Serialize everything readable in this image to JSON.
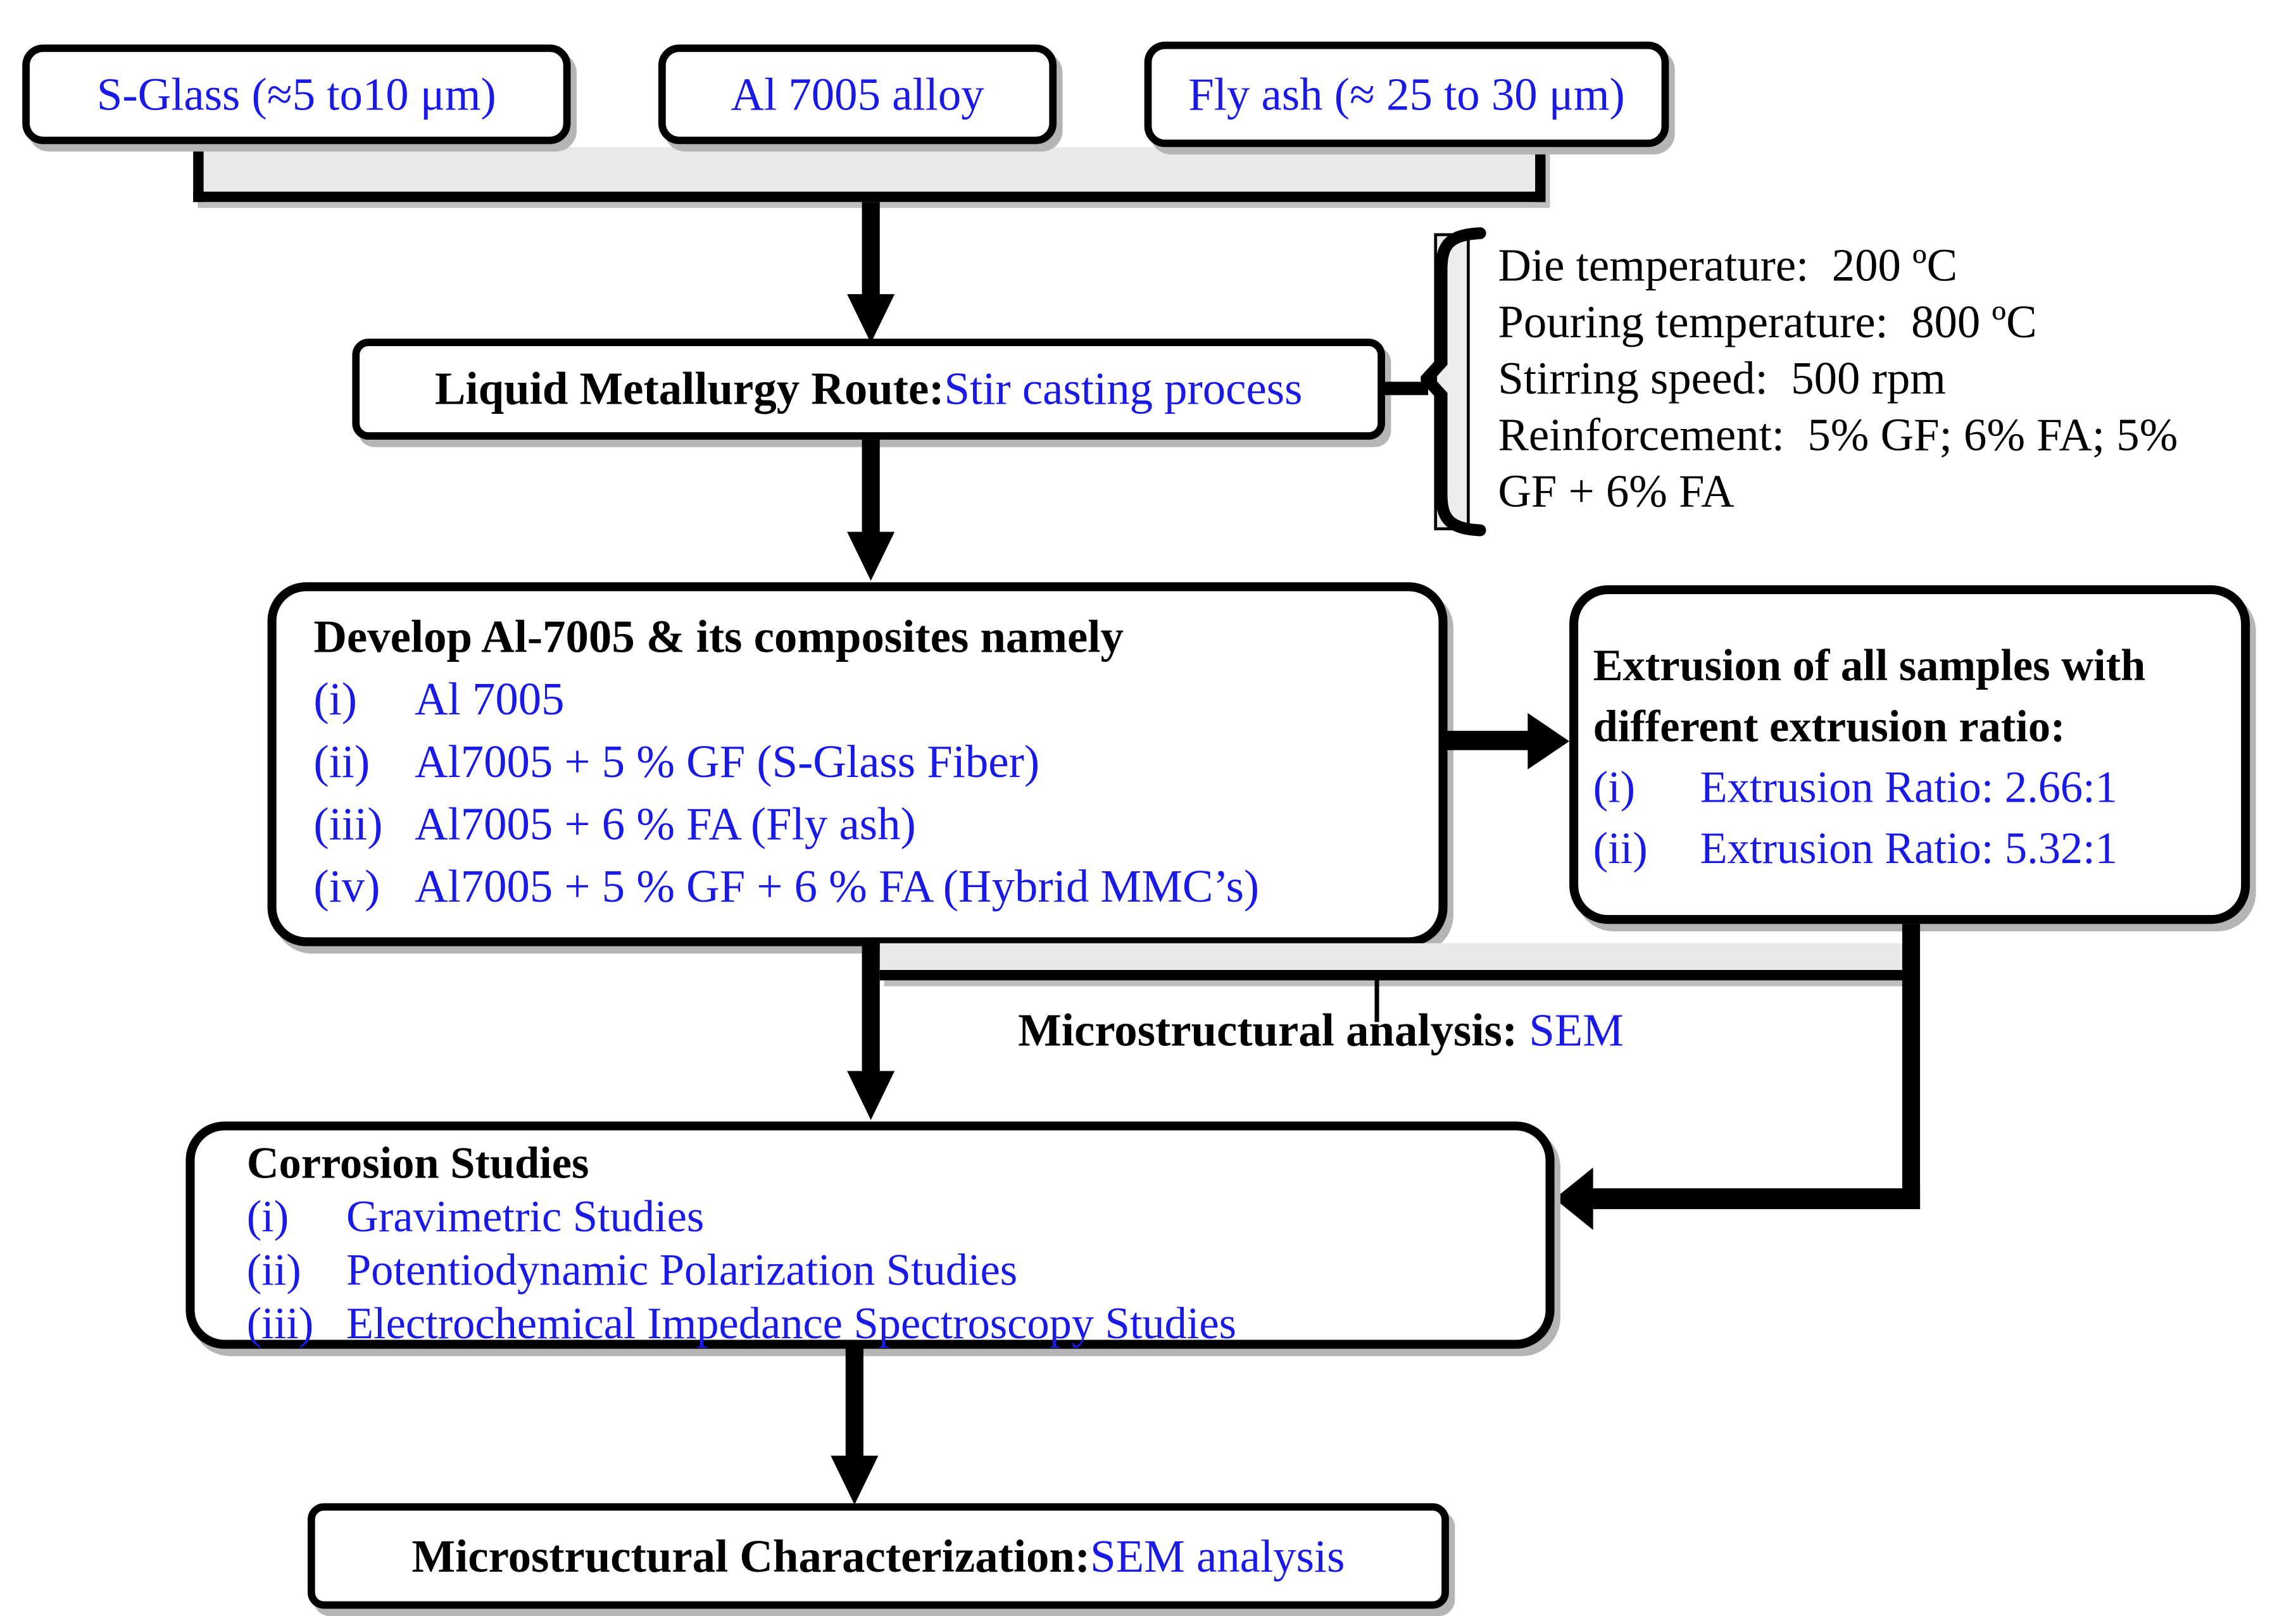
{
  "palette": {
    "accent_blue": "#1a1ae6",
    "line_black": "#000000",
    "band_gray": "#e9e9e9",
    "shadow_gray": "#b5b5b5"
  },
  "inputs": {
    "glass": "S-Glass (≈5 to10 μm)",
    "alloy": "Al 7005 alloy",
    "flyash": "Fly ash (≈ 25 to 30 μm)"
  },
  "process": {
    "label": "Liquid Metallurgy Route: ",
    "value": "Stir casting process"
  },
  "parameters": {
    "lines": [
      "Die temperature:  200 ºC",
      "Pouring temperature:  800 ºC",
      "Stirring speed:  500 rpm",
      "Reinforcement:  5% GF; 6% FA; 5%",
      "GF + 6% FA"
    ]
  },
  "develop": {
    "title": "Develop Al-7005 & its composites namely",
    "items": [
      {
        "marker": "(i)",
        "text": "Al 7005"
      },
      {
        "marker": "(ii)",
        "text": "Al7005 + 5 % GF (S-Glass Fiber)"
      },
      {
        "marker": "(iii)",
        "text": "Al7005 + 6 % FA (Fly ash)"
      },
      {
        "marker": "(iv)",
        "text": "Al7005 + 5 % GF + 6 % FA (Hybrid MMC’s)"
      }
    ]
  },
  "extrusion": {
    "title_line1": "Extrusion of all samples with",
    "title_line2": "different extrusion ratio:",
    "items": [
      {
        "marker": "(i)",
        "text": "Extrusion Ratio: 2.66:1"
      },
      {
        "marker": "(ii)",
        "text": "Extrusion Ratio: 5.32:1"
      }
    ]
  },
  "micro": {
    "label": "Microstructural analysis: ",
    "value": "SEM"
  },
  "corrosion": {
    "title": "Corrosion Studies",
    "items": [
      {
        "marker": "(i)",
        "text": "Gravimetric Studies"
      },
      {
        "marker": "(ii)",
        "text": "Potentiodynamic Polarization Studies"
      },
      {
        "marker": "(iii)",
        "text": "Electrochemical Impedance Spectroscopy Studies"
      }
    ]
  },
  "final": {
    "label": "Microstructural Characterization: ",
    "value": "SEM analysis"
  }
}
